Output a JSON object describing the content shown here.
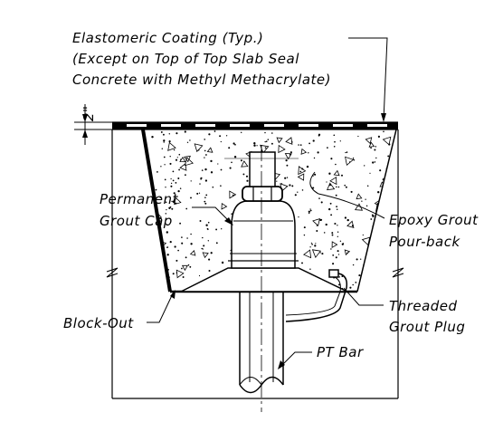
{
  "labels": {
    "coating_line1": "Elastomeric Coating (Typ.)",
    "coating_line2": "(Except on Top of Top Slab Seal",
    "coating_line3": "Concrete with Methyl Methacrylate)",
    "dimension": "2\"",
    "grout_cap_line1": "Permanent",
    "grout_cap_line2": "Grout Cap",
    "epoxy_line1": "Epoxy Grout",
    "epoxy_line2": "Pour-back",
    "plug_line1": "Threaded",
    "plug_line2": "Grout Plug",
    "blockout": "Block-Out",
    "bar": "PT Bar"
  }
}
